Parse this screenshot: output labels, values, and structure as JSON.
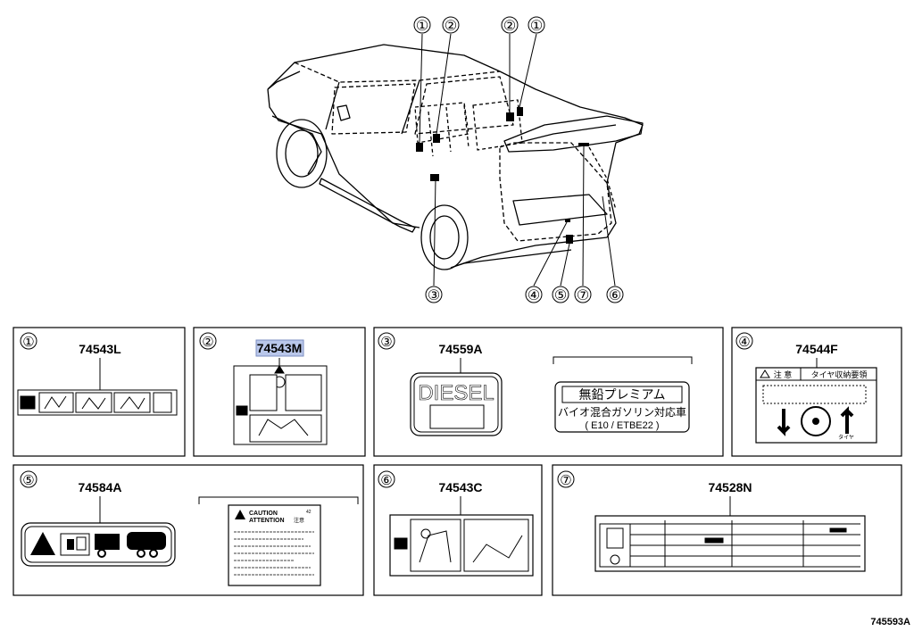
{
  "callouts": {
    "top": [
      {
        "id": "c1a",
        "num": "①"
      },
      {
        "id": "c2a",
        "num": "②"
      },
      {
        "id": "c2b",
        "num": "②"
      },
      {
        "id": "c1b",
        "num": "①"
      }
    ],
    "bottom": [
      {
        "id": "c3",
        "num": "③"
      },
      {
        "id": "c4",
        "num": "④"
      },
      {
        "id": "c5",
        "num": "⑤"
      },
      {
        "id": "c7",
        "num": "⑦"
      },
      {
        "id": "c6",
        "num": "⑥"
      }
    ]
  },
  "panels": [
    {
      "num": "①",
      "part": "74543L"
    },
    {
      "num": "②",
      "part": "74543M",
      "highlighted": true
    },
    {
      "num": "③",
      "part": "74559A"
    },
    {
      "num": "④",
      "part": "74544F"
    },
    {
      "num": "⑤",
      "part": "74584A"
    },
    {
      "num": "⑥",
      "part": "74543C"
    },
    {
      "num": "⑦",
      "part": "74528N"
    }
  ],
  "labels": {
    "diesel": "DIESEL",
    "premium_title": "無鉛プレミアム",
    "premium_line1": "バイオ混合ガソリン対応車",
    "premium_line2": "( E10 / ETBE22 )",
    "tire_header_left": "注 意",
    "tire_header_right": "タイヤ収納要領",
    "tire_small": "タイヤ",
    "caution1": "CAUTION",
    "caution2": "ATTENTION",
    "caution_jp": "注意",
    "model_code_small": "42"
  },
  "footer": {
    "code": "745593A"
  },
  "colors": {
    "highlight": "#b9c7ea",
    "highlight_border": "#7d8fc2"
  }
}
